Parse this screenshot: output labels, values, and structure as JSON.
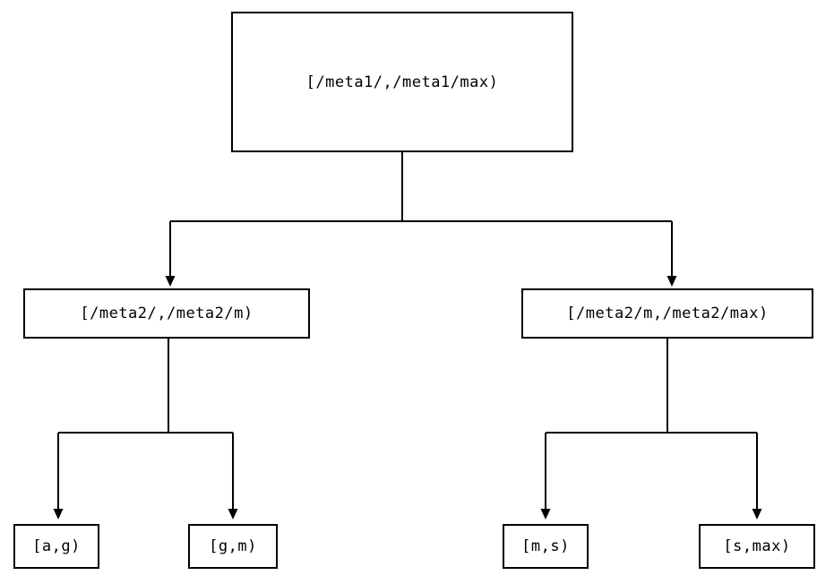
{
  "diagram": {
    "type": "interval-partition-tree",
    "root": {
      "label": "[/meta1/,/meta1/max)"
    },
    "level2": [
      {
        "label": "[/meta2/,/meta2/m)"
      },
      {
        "label": "[/meta2/m,/meta2/max)"
      }
    ],
    "leaves": [
      {
        "label": "[a,g)"
      },
      {
        "label": "[g,m)"
      },
      {
        "label": "[m,s)"
      },
      {
        "label": "[s,max)"
      }
    ],
    "colors": {
      "line": "#000000",
      "border": "#000000",
      "background": "#ffffff",
      "text": "#000000"
    }
  }
}
